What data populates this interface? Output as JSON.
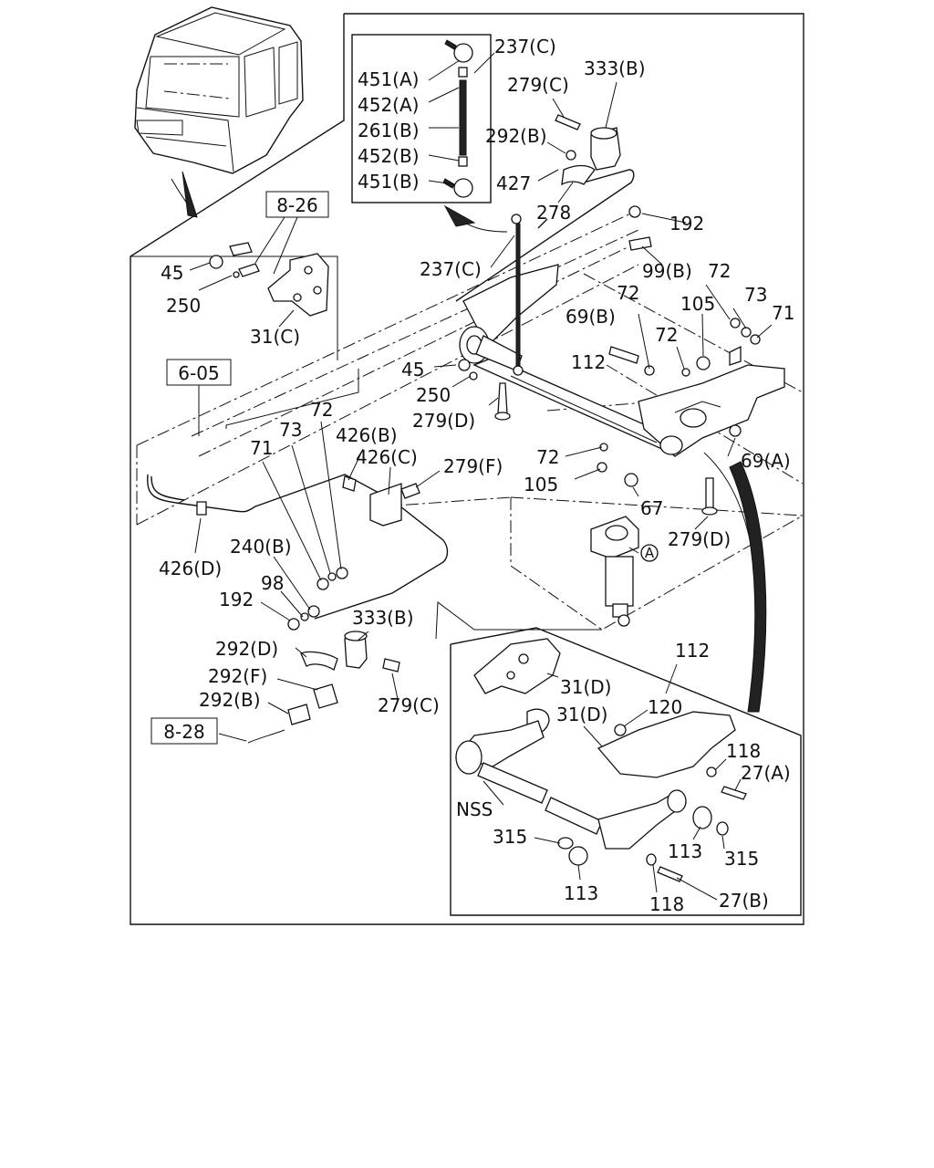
{
  "callouts": [
    {
      "id": "451a",
      "text": "451(A)"
    },
    {
      "id": "452a",
      "text": "452(A)"
    },
    {
      "id": "261b",
      "text": "261(B)"
    },
    {
      "id": "452b",
      "text": "452(B)"
    },
    {
      "id": "451b",
      "text": "451(B)"
    },
    {
      "id": "237c-top",
      "text": "237(C)"
    },
    {
      "id": "279c-top",
      "text": "279(C)"
    },
    {
      "id": "333b-top",
      "text": "333(B)"
    },
    {
      "id": "292b-top",
      "text": "292(B)"
    },
    {
      "id": "427",
      "text": "427"
    },
    {
      "id": "278",
      "text": "278"
    },
    {
      "id": "192-top",
      "text": "192"
    },
    {
      "id": "99b",
      "text": "99(B)"
    },
    {
      "id": "72-a",
      "text": "72"
    },
    {
      "id": "73-right",
      "text": "73"
    },
    {
      "id": "71-right",
      "text": "71"
    },
    {
      "id": "72-b",
      "text": "72"
    },
    {
      "id": "105-top",
      "text": "105"
    },
    {
      "id": "69b",
      "text": "69(B)"
    },
    {
      "id": "72-c",
      "text": "72"
    },
    {
      "id": "112-mid",
      "text": "112"
    },
    {
      "id": "237c-mid",
      "text": "237(C)"
    },
    {
      "id": "45-left",
      "text": "45"
    },
    {
      "id": "250-left",
      "text": "250"
    },
    {
      "id": "31c",
      "text": "31(C)"
    },
    {
      "id": "45-mid",
      "text": "45"
    },
    {
      "id": "250-mid",
      "text": "250"
    },
    {
      "id": "279d-mid",
      "text": "279(D)"
    },
    {
      "id": "72-d",
      "text": "72"
    },
    {
      "id": "73-left",
      "text": "73"
    },
    {
      "id": "71-left",
      "text": "71"
    },
    {
      "id": "426b",
      "text": "426(B)"
    },
    {
      "id": "426c",
      "text": "426(C)"
    },
    {
      "id": "279f",
      "text": "279(F)"
    },
    {
      "id": "72-e",
      "text": "72"
    },
    {
      "id": "105-mid",
      "text": "105"
    },
    {
      "id": "69a",
      "text": "69(A)"
    },
    {
      "id": "67",
      "text": "67"
    },
    {
      "id": "279d-right",
      "text": "279(D)"
    },
    {
      "id": "426d",
      "text": "426(D)"
    },
    {
      "id": "240b",
      "text": "240(B)"
    },
    {
      "id": "98",
      "text": "98"
    },
    {
      "id": "192-left",
      "text": "192"
    },
    {
      "id": "333b-low",
      "text": "333(B)"
    },
    {
      "id": "292d",
      "text": "292(D)"
    },
    {
      "id": "292f",
      "text": "292(F)"
    },
    {
      "id": "292b-low",
      "text": "292(B)"
    },
    {
      "id": "279c-low",
      "text": "279(C)"
    },
    {
      "id": "112-inset",
      "text": "112"
    },
    {
      "id": "31d-a",
      "text": "31(D)"
    },
    {
      "id": "31d-b",
      "text": "31(D)"
    },
    {
      "id": "120",
      "text": "120"
    },
    {
      "id": "118-a",
      "text": "118"
    },
    {
      "id": "27a",
      "text": "27(A)"
    },
    {
      "id": "nss",
      "text": "NSS"
    },
    {
      "id": "315-left",
      "text": "315"
    },
    {
      "id": "113-a",
      "text": "113"
    },
    {
      "id": "315-right",
      "text": "315"
    },
    {
      "id": "113-b",
      "text": "113"
    },
    {
      "id": "118-b",
      "text": "118"
    },
    {
      "id": "27b",
      "text": "27(B)"
    }
  ],
  "ref_boxes": [
    {
      "id": "8-26",
      "text": "8-26"
    },
    {
      "id": "6-05",
      "text": "6-05"
    },
    {
      "id": "8-28",
      "text": "8-28"
    }
  ],
  "marker": {
    "text": "A"
  }
}
